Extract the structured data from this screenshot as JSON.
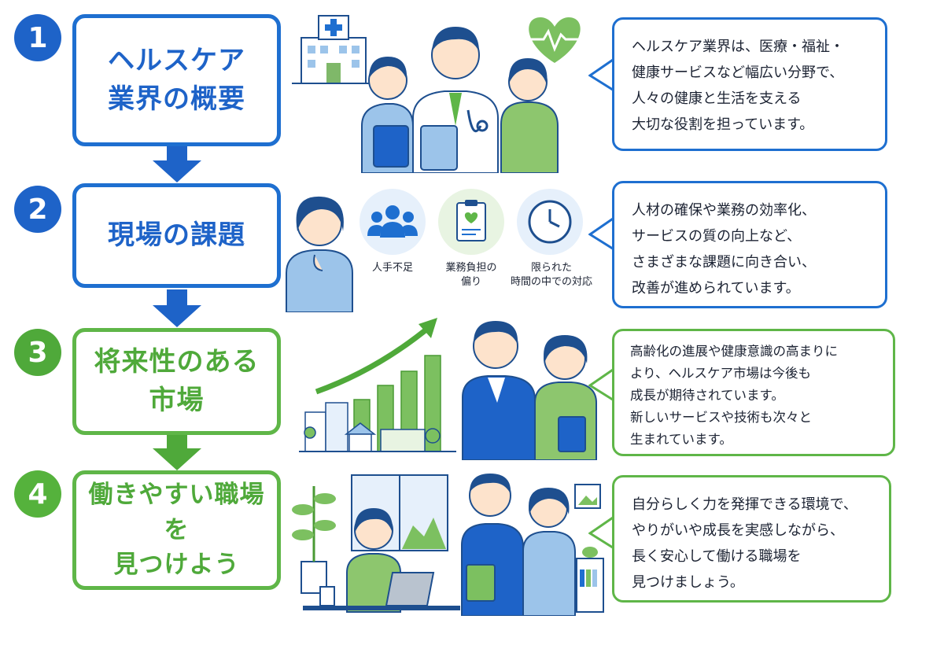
{
  "steps": [
    {
      "number": "1",
      "title": "ヘルスケア\n業界の概要",
      "description": "ヘルスケア業界は、医療・福祉・\n健康サービスなど幅広い分野で、\n人々の健康と生活を支える\n大切な役割を担っています。"
    },
    {
      "number": "2",
      "title": "現場の課題",
      "description": "人材の確保や業務の効率化、\nサービスの質の向上など、\nさまざまな課題に向き合い、\n改善が進められています。"
    },
    {
      "number": "3",
      "title": "将来性のある\n市場",
      "description": "高齢化の進展や健康意識の高まりに\nより、ヘルスケア市場は今後も\n成長が期待されています。\n新しいサービスや技術も次々と\n生まれています。"
    },
    {
      "number": "4",
      "title": "働きやすい職場を\n見つけよう",
      "description": "自分らしく力を発揮できる環境で、\nやりがいや成長を実感しながら、\n長く安心して働ける職場を\n見つけましょう。"
    }
  ],
  "issues": [
    {
      "label": "人手不足",
      "icon": "people-group-icon"
    },
    {
      "label": "業務負担の\n偏り",
      "icon": "clipboard-heart-icon"
    },
    {
      "label": "限られた\n時間の中での対応",
      "icon": "clock-icon"
    }
  ],
  "colors": {
    "blue": "#1e6fd0",
    "green": "#5fb648",
    "light_blue": "#e6f0fb",
    "light_green": "#e8f4e2"
  }
}
